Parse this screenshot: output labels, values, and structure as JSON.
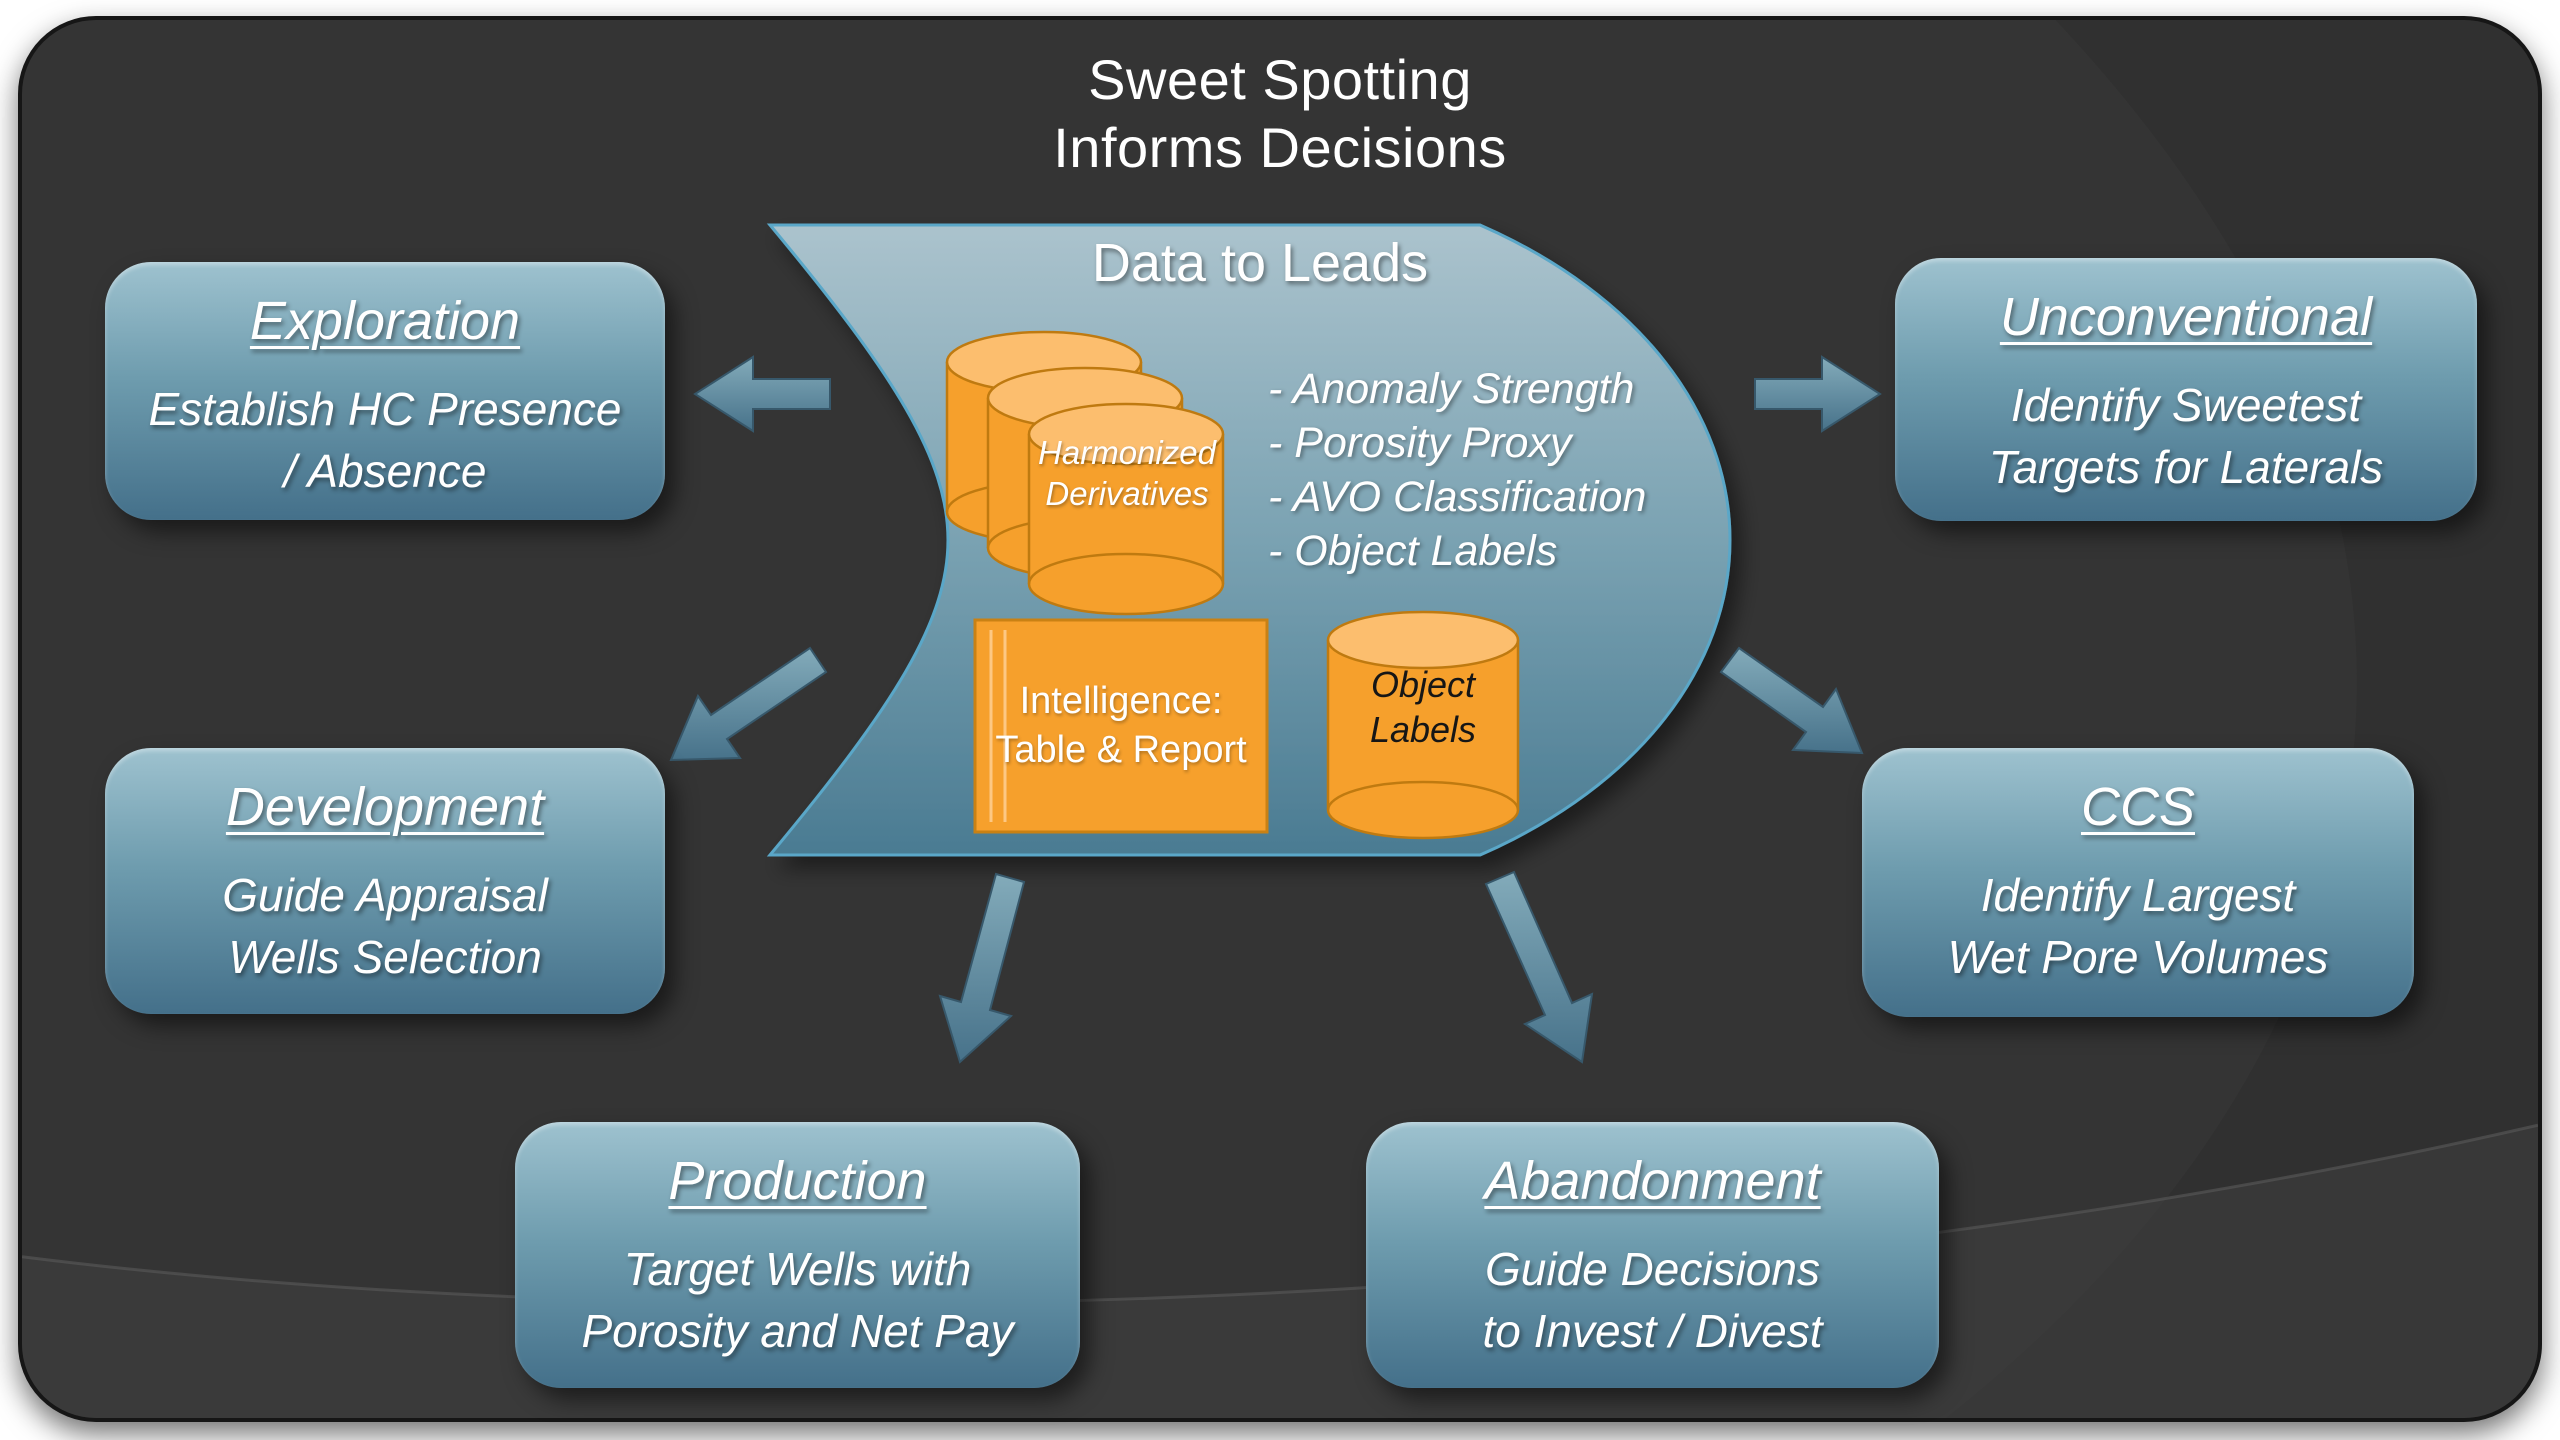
{
  "slide": {
    "title": "Sweet Spotting\nInforms Decisions"
  },
  "center": {
    "title": "Data to Leads",
    "harmonized_label": "Harmonized\nDerivatives",
    "bullets": [
      "- Anomaly Strength",
      "- Porosity Proxy",
      "- AVO Classification",
      "- Object Labels"
    ],
    "intelligence_label": "Intelligence:\nTable & Report",
    "object_label": "Object\nLabels"
  },
  "nodes": {
    "exploration": {
      "title": "Exploration",
      "body": "Establish HC Presence\n/ Absence"
    },
    "development": {
      "title": "Development",
      "body": "Guide Appraisal\nWells Selection"
    },
    "production": {
      "title": "Production",
      "body": "Target Wells with\nPorosity and Net Pay"
    },
    "unconventional": {
      "title": "Unconventional",
      "body": "Identify Sweetest\nTargets for Laterals"
    },
    "ccs": {
      "title": "CCS",
      "body": "Identify Largest\nWet Pore Volumes"
    },
    "abandonment": {
      "title": "Abandonment",
      "body": "Guide Decisions\nto Invest / Divest"
    }
  },
  "icons": {
    "harmonized": "database-cylinder-stack-icon",
    "object_labels": "database-cylinder-icon",
    "intelligence": "table-report-icon",
    "arrows": "block-arrow-icon"
  },
  "colors": {
    "slide_background": "#343434",
    "node_gradient_top": "#9ec2cf",
    "node_gradient_bottom": "#44708a",
    "center_gradient_top": "#abc3cd",
    "center_gradient_bottom": "#4a7b92",
    "cylinder_orange": "#f6a02c",
    "cylinder_top_orange": "#fcbe6e",
    "arrow_teal": "#557f95",
    "text_white": "#ffffff"
  }
}
